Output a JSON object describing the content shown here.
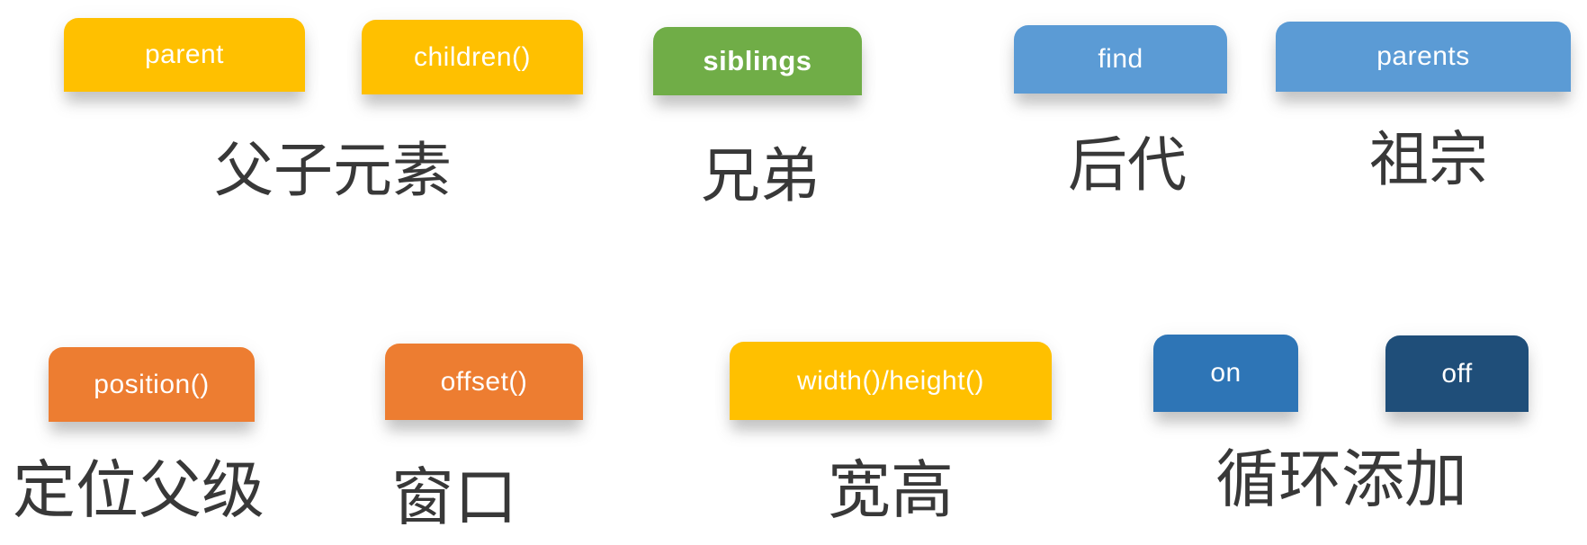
{
  "colors": {
    "gold": "#FFC000",
    "green": "#70AD47",
    "blue": "#5B9BD5",
    "orange": "#ED7D31",
    "medium_blue": "#2E75B6",
    "dark_navy": "#1F4E79",
    "button_text": "#FFFFFF",
    "caption_text": "#383838",
    "background": "#FFFFFF"
  },
  "groups": [
    {
      "caption": "父子元素",
      "buttons": [
        {
          "label": "parent"
        },
        {
          "label": "children()"
        }
      ]
    },
    {
      "caption": "兄弟",
      "buttons": [
        {
          "label": "siblings"
        }
      ]
    },
    {
      "caption": "后代",
      "buttons": [
        {
          "label": "find"
        }
      ]
    },
    {
      "caption": "祖宗",
      "buttons": [
        {
          "label": "parents"
        }
      ]
    },
    {
      "caption": "定位父级",
      "buttons": [
        {
          "label": "position()"
        }
      ]
    },
    {
      "caption": "窗口",
      "buttons": [
        {
          "label": "offset()"
        }
      ]
    },
    {
      "caption": "宽高",
      "buttons": [
        {
          "label": "width()/height()"
        }
      ]
    },
    {
      "caption": "循环添加",
      "buttons": [
        {
          "label": "on"
        },
        {
          "label": "off"
        }
      ]
    }
  ]
}
